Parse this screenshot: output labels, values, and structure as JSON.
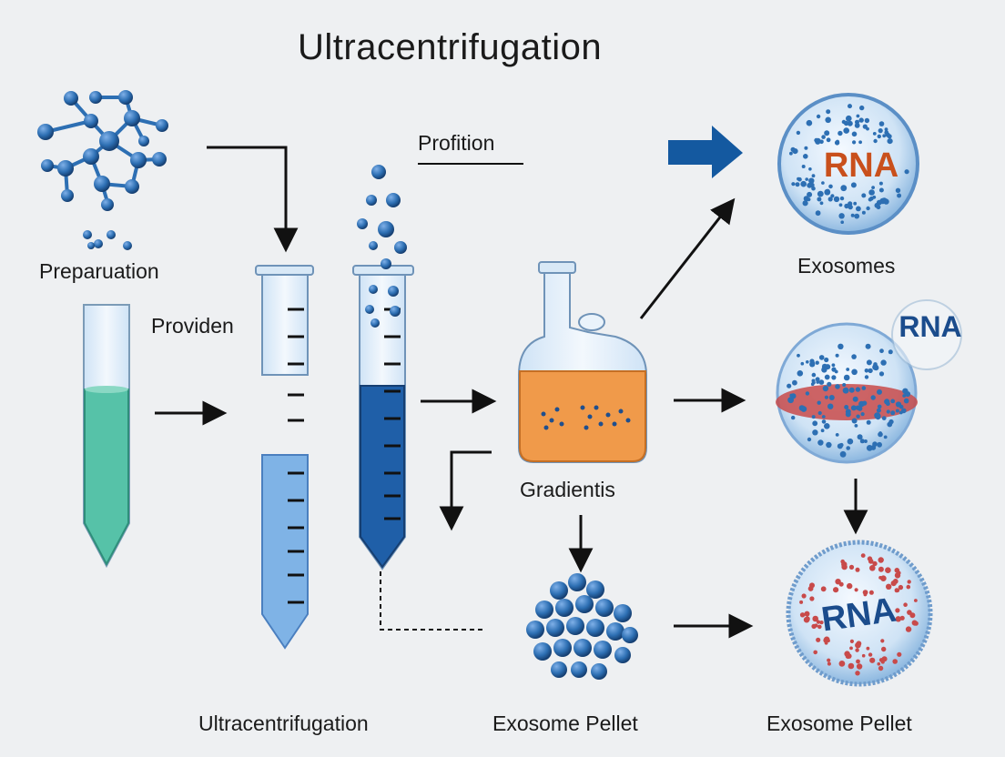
{
  "title": "Ultracentrifugation",
  "labels": {
    "preparation": "Preparuation",
    "providen": "Providen",
    "profition": "Profition",
    "gradients": "Gradientis",
    "exosomes": "Exosomes",
    "bottom_ultra": "Ultracentrifugation",
    "bottom_pellet_center": "Exosome Pellet",
    "bottom_pellet_right": "Exosome Pellet"
  },
  "rna_labels": {
    "top": "RNA",
    "middle": "RNA",
    "bottom": "RNA"
  },
  "colors": {
    "molecule_blue": "#2d6fb3",
    "arrow_blue": "#1459a0",
    "teal_liquid": "#56c2a8",
    "tube_light_blue": "#7fb3e6",
    "tube_dark_blue": "#1f5fa8",
    "flask_orange": "#f09a4a",
    "rna_orange": "#c9501c",
    "rna_navy": "#1b4c8c",
    "sphere_red": "#c84a4a"
  }
}
